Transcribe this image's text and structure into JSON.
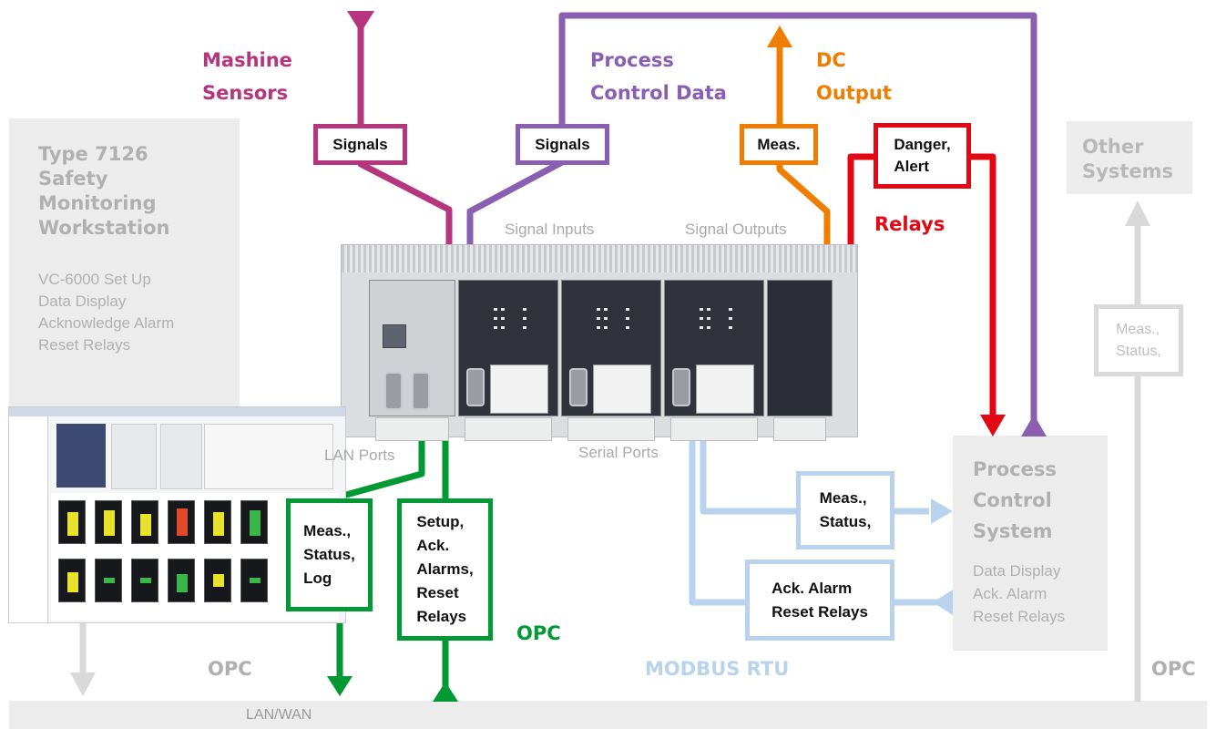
{
  "colors": {
    "machine": "#b5357f",
    "process_data": "#8a5fb1",
    "dc_output": "#ef7d00",
    "relays": "#e30613",
    "opc_green": "#009933",
    "modbus": "#b9d3ee",
    "grey": "#c8c8c8",
    "grey_block": "#ececec"
  },
  "labels": {
    "mashine_sensors": "Mashine\nSensors",
    "process_control_data": "Process\nControl Data",
    "dc_output": "DC\nOutput",
    "relays": "Relays",
    "signal_inputs": "Signal Inputs",
    "signal_outputs": "Signal Outputs",
    "lan_ports": "LAN Ports",
    "serial_ports": "Serial Ports",
    "opc_green": "OPC",
    "opc_left": "OPC",
    "opc_right": "OPC",
    "modbus_rtu": "MODBUS RTU",
    "lan_wan": "LAN/WAN"
  },
  "boxes": {
    "signals_1": "Signals",
    "signals_2": "Signals",
    "meas": "Meas.",
    "danger_alert": "Danger,\nAlert",
    "meas_status_log": "Meas.,\nStatus,\nLog",
    "setup_ack": "Setup,\nAck.\nAlarms,\nReset\nRelays",
    "meas_status_blue": "Meas.,\nStatus,",
    "ack_alarm_reset": "Ack. Alarm\nReset Relays",
    "meas_status_grey": "Meas.,\nStatus,"
  },
  "workstation": {
    "title": "Type 7126\nSafety\nMonitoring\nWorkstation",
    "lines": "VC-6000 Set Up\nData Display\nAcknowledge Alarm\nReset Relays"
  },
  "process_control_system": {
    "title": "Process\nControl\nSystem",
    "lines": "Data Display\nAck. Alarm\nReset Relays"
  },
  "other_systems": {
    "title": "Other\nSystems"
  },
  "icons": {
    "device": "monitoring-rack-icon",
    "screenshot": "software-screenshot-icon"
  }
}
